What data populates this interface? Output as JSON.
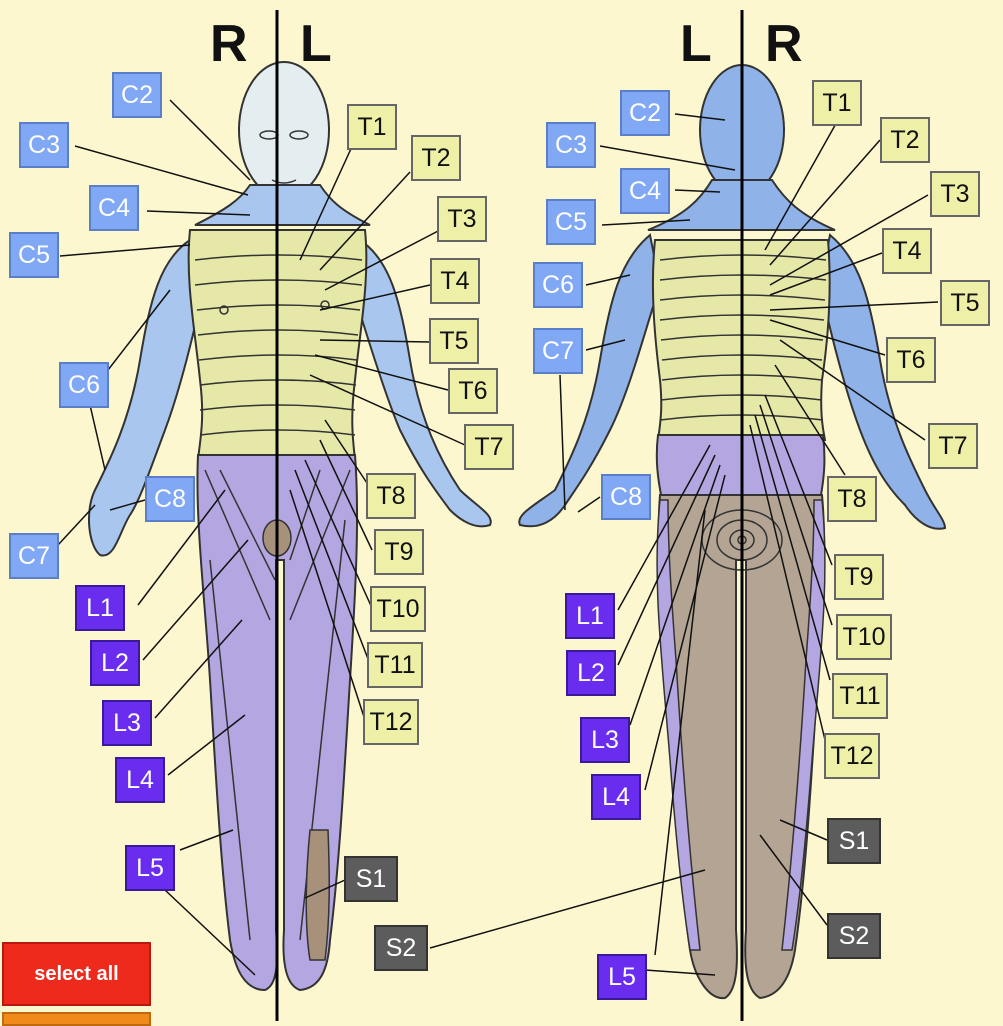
{
  "sides": {
    "front_left": "R",
    "front_right": "L",
    "back_left": "L",
    "back_right": "R"
  },
  "labels": {
    "front": {
      "c2": "C2",
      "c3": "C3",
      "c4": "C4",
      "c5": "C5",
      "c6": "C6",
      "c7": "C7",
      "c8": "C8",
      "t1": "T1",
      "t2": "T2",
      "t3": "T3",
      "t4": "T4",
      "t5": "T5",
      "t6": "T6",
      "t7": "T7",
      "t8": "T8",
      "t9": "T9",
      "t10": "T10",
      "t11": "T11",
      "t12": "T12",
      "l1": "L1",
      "l2": "L2",
      "l3": "L3",
      "l4": "L4",
      "l5": "L5",
      "s1": "S1"
    },
    "back": {
      "c2": "C2",
      "c3": "C3",
      "c4": "C4",
      "c5": "C5",
      "c6": "C6",
      "c7": "C7",
      "c8": "C8",
      "t1": "T1",
      "t2": "T2",
      "t3": "T3",
      "t4": "T4",
      "t5": "T5",
      "t6": "T6",
      "t7": "T7",
      "t8": "T8",
      "t9": "T9",
      "t10": "T10",
      "t11": "T11",
      "t12": "T12",
      "l1": "L1",
      "l2": "L2",
      "l3": "L3",
      "l4": "L4",
      "l5": "L5",
      "s1": "S1",
      "s2": "S2"
    }
  },
  "buttons": {
    "select_all": "select all"
  },
  "colors": {
    "background": "#fdf7cf",
    "cervical": "#80a8f4",
    "thoracic": "#eef0a8",
    "lumbar": "#6a2df0",
    "sacral": "#5c5c5c",
    "select_all_button": "#ee2a1c",
    "second_button": "#f08a1a"
  }
}
